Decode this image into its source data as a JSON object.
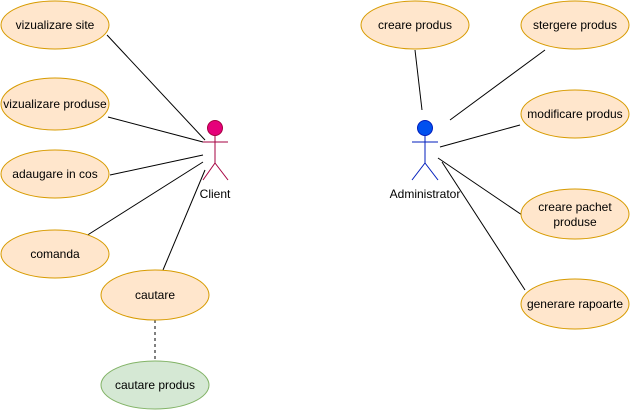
{
  "actors": {
    "client": {
      "label": "Client",
      "color": "#e6007a"
    },
    "administrator": {
      "label": "Administrator",
      "color": "#0050ef"
    }
  },
  "use_cases": {
    "vizualizare_site": "vizualizare site",
    "vizualizare_produse": "vizualizare produse",
    "adaugare_in_cos": "adaugare in cos",
    "comanda": "comanda",
    "cautare": "cautare",
    "cautare_produs": "cautare produs",
    "creare_produs": "creare produs",
    "stergere_produs": "stergere produs",
    "modificare_produs": "modificare produs",
    "creare_pachet_produse_line1": "creare pachet",
    "creare_pachet_produse_line2": "produse",
    "generare_rapoarte": "generare rapoarte"
  },
  "colors": {
    "use_case_fill": "#ffe6cc",
    "use_case_stroke": "#d79b00",
    "extension_fill": "#d5e8d4",
    "extension_stroke": "#82b366",
    "line": "#000000"
  }
}
